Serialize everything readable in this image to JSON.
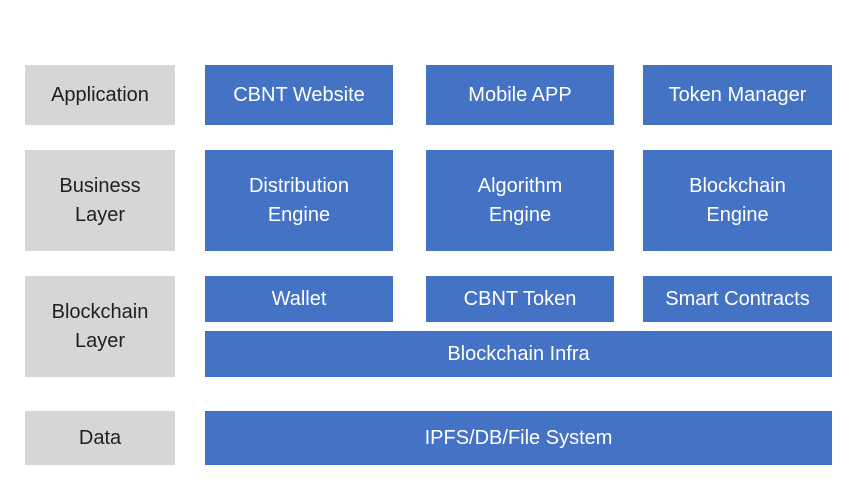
{
  "colors": {
    "layer_label_bg": "#d6d6d6",
    "component_bg": "#4472c4",
    "component_text": "#ffffff",
    "label_text": "#1f1f1f"
  },
  "layers": {
    "application": {
      "label": "Application",
      "components": [
        "CBNT Website",
        "Mobile APP",
        "Token Manager"
      ]
    },
    "business": {
      "label": "Business\nLayer",
      "components": [
        "Distribution\nEngine",
        "Algorithm\nEngine",
        "Blockchain\nEngine"
      ]
    },
    "blockchain": {
      "label": "Blockchain\nLayer",
      "components": [
        "Wallet",
        "CBNT Token",
        "Smart Contracts"
      ],
      "infra": "Blockchain Infra"
    },
    "data": {
      "label": "Data",
      "storage": "IPFS/DB/File System"
    }
  }
}
